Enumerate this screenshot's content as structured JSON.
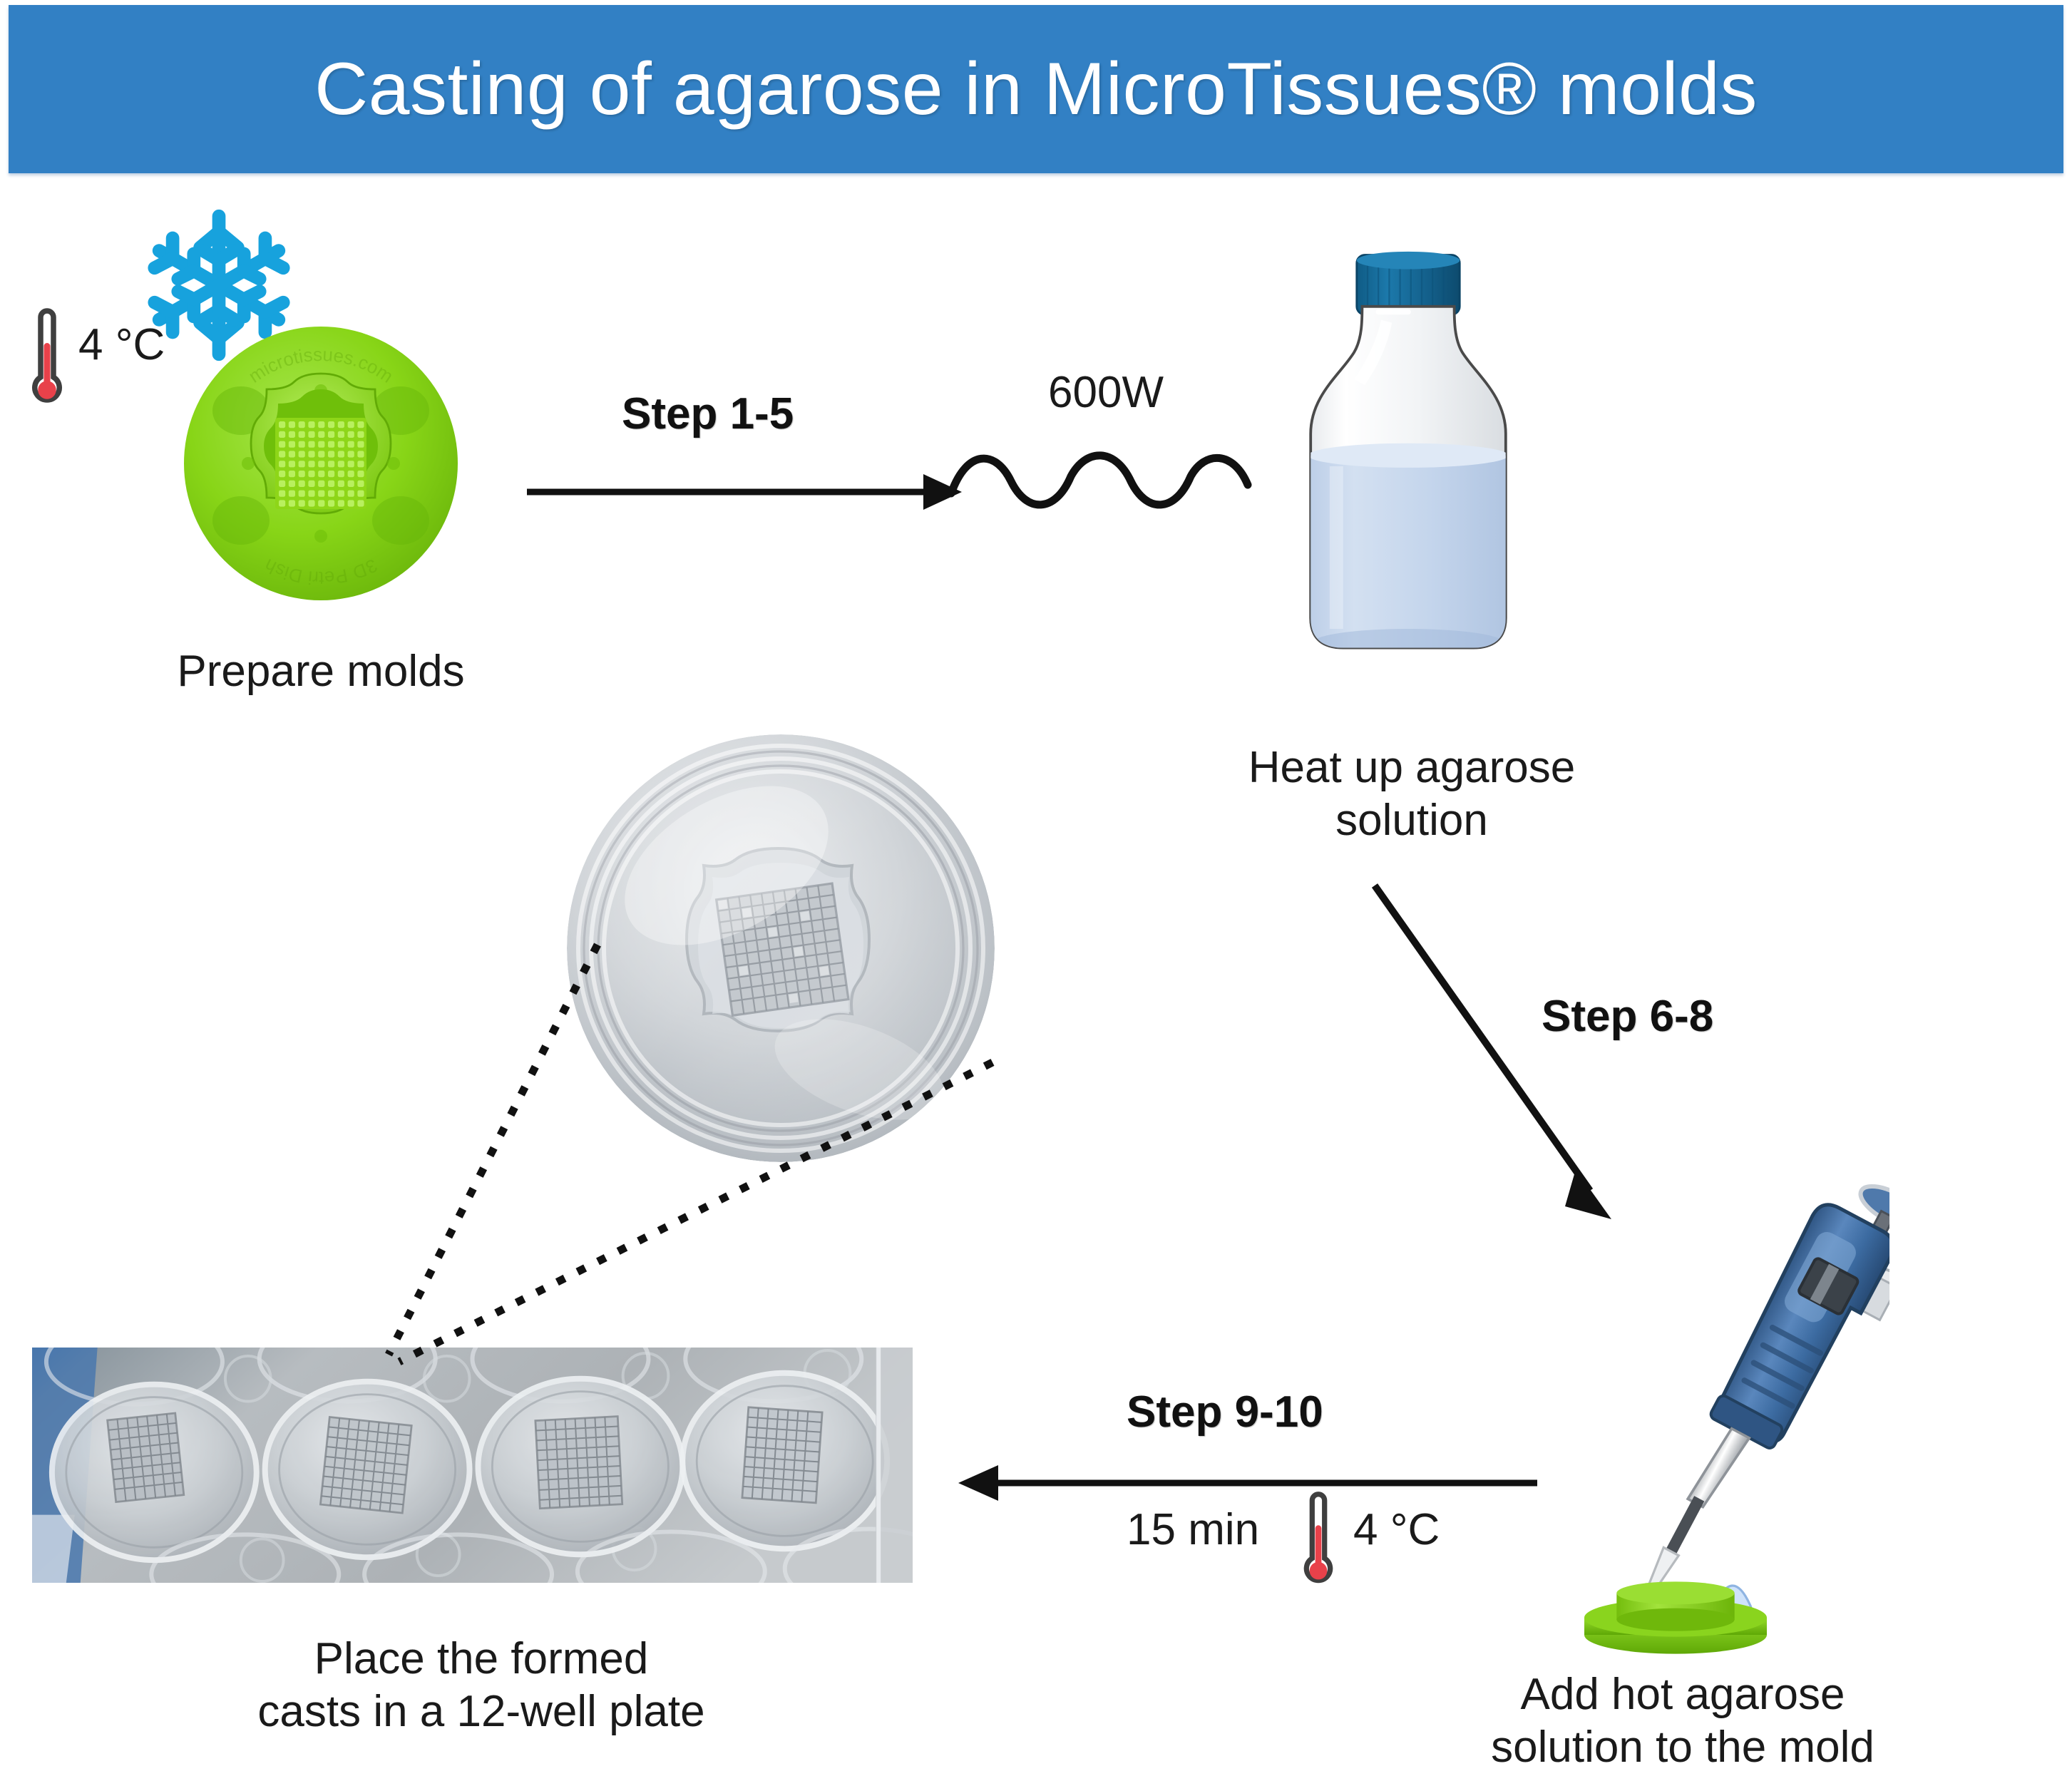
{
  "banner": {
    "title": "Casting of agarose in MicroTissues® molds",
    "bg_color": "#3280c4",
    "text_color": "#ffffff"
  },
  "icons": {
    "snowflake_color": "#17a2dd",
    "thermometer_outline_color": "#3f3f3f",
    "thermometer_fluid_color": "#e8414a",
    "mold_green_color": "#7ec90f",
    "bottle_cap_color": "#14648f",
    "liquid_color": "#c2d4ec",
    "pipette_body_color": "#3c6ba1",
    "droplet_color": "#cfe3fa",
    "arrow_color": "#111111"
  },
  "steps": {
    "step_1_5": "Step 1-5",
    "step_6_8": "Step 6-8",
    "step_9_10": "Step 9-10"
  },
  "annotations": {
    "temp_cold_top": "4 °C",
    "temp_cold_bottom": "4 °C",
    "microwave_power": "600W",
    "chill_time": "15 min"
  },
  "captions": {
    "prepare_molds": "Prepare molds",
    "heat_agarose": "Heat up agarose\nsolution",
    "add_agarose": "Add hot agarose\nsolution to the mold",
    "place_casts": "Place the formed\ncasts in a 12-well plate"
  },
  "mold_engraving": {
    "top_text": "microtissues.com",
    "bottom_text": "3D Petri Dish"
  }
}
